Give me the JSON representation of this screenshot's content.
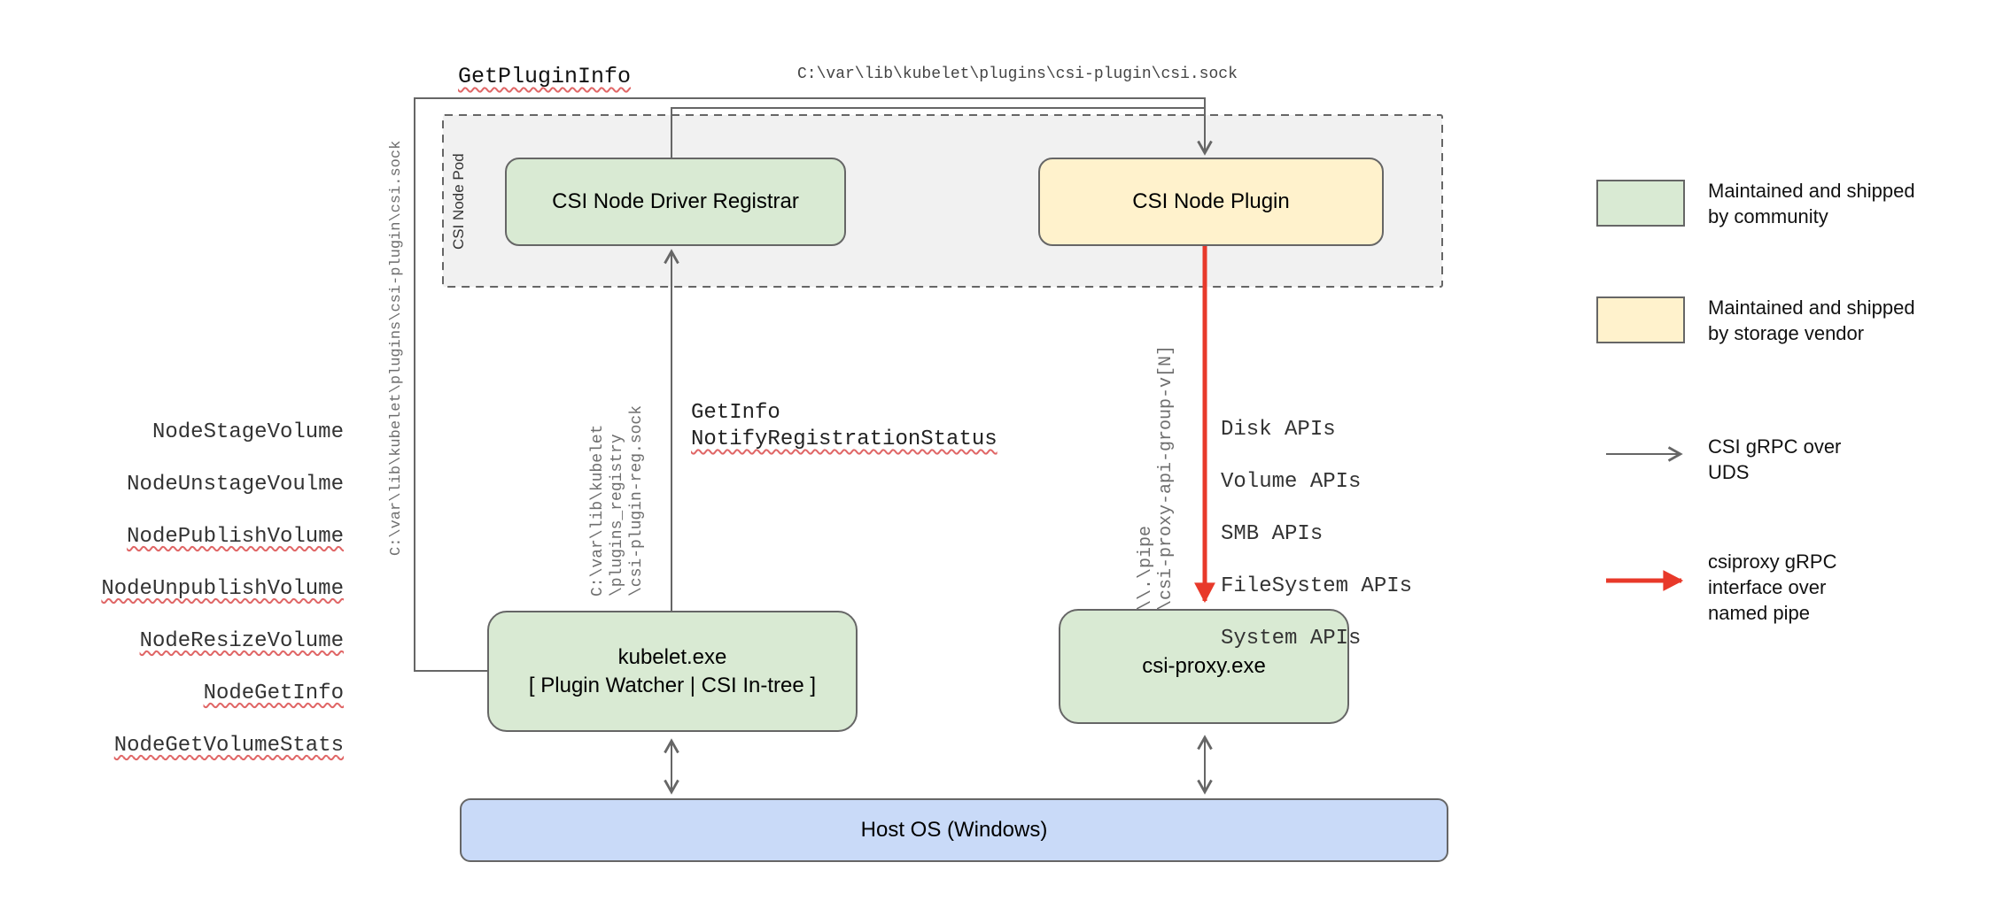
{
  "colors": {
    "line_gray": "#666666",
    "border_gray": "#666666",
    "red_arrow": "#e8392a",
    "squiggle_red": "#e06666",
    "green_fill": "#d9ead3",
    "yellow_fill": "#fff2cc",
    "blue_fill": "#c9daf8",
    "pod_fill": "#f1f1f1",
    "text_gray": "#6e6e6e"
  },
  "diagram": {
    "pod_label": "CSI Node Pod",
    "nodes": {
      "registrar": "CSI Node Driver Registrar",
      "plugin": "CSI Node Plugin",
      "kubelet": "kubelet.exe\n[ Plugin Watcher | CSI In-tree ]",
      "csi_proxy": "csi-proxy.exe",
      "host_os": "Host OS (Windows)"
    },
    "labels": {
      "get_plugin_info": "GetPluginInfo",
      "csi_sock_path_top": "C:\\var\\lib\\kubelet\\plugins\\csi-plugin\\csi.sock",
      "csi_sock_path_left": "C:\\var\\lib\\kubelet\\plugins\\csi-plugin\\csi.sock",
      "registry_path": "C:\\var\\lib\\kubelet\n\\plugins_registry\n\\csi-plugin-reg.sock",
      "get_info": "GetInfo",
      "notify_registration_status": "NotifyRegistrationStatus",
      "named_pipe_path": "\\\\.\\pipe\n\\csi-proxy-api-group-v[N]"
    },
    "node_rpcs": [
      "NodeStageVolume",
      "NodeUnstageVoulme",
      "NodePublishVolume",
      "NodeUnpublishVolume",
      "NodeResizeVolume",
      "NodeGetInfo",
      "NodeGetVolumeStats"
    ],
    "proxy_apis": [
      "Disk APIs",
      "Volume APIs",
      "SMB APIs",
      "FileSystem APIs",
      "System APIs"
    ]
  },
  "legend": {
    "community": "Maintained and shipped\nby community",
    "vendor": "Maintained and shipped\nby storage vendor",
    "uds": "CSI gRPC over\nUDS",
    "named_pipe": "csiproxy gRPC\ninterface over\nnamed pipe"
  }
}
